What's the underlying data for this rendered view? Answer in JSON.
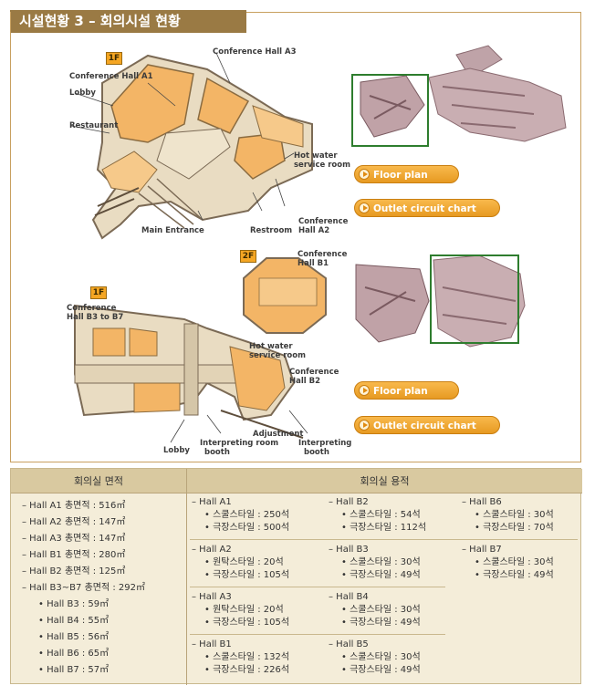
{
  "title": "시설현황 3 – 회의시설 현황",
  "plan1": {
    "floor_badge": "1F",
    "labels": {
      "conf_a3": "Conference Hall A3",
      "conf_a1": "Conference Hall A1",
      "lobby": "Lobby",
      "restaurant": "Restaurant",
      "hot_water_1": "Hot water",
      "hot_water_2": "service room",
      "conf_a2_1": "Conference",
      "conf_a2_2": "Hall A2",
      "main_entrance": "Main Entrance",
      "restroom": "Restroom"
    },
    "floor_plan_btn": "Floor plan",
    "outlet_btn": "Outlet circuit chart"
  },
  "plan2": {
    "badge_2f": "2F",
    "badge_1f": "1F",
    "labels": {
      "conf_b1_1": "Conference",
      "conf_b1_2": "Hall B1",
      "conf_b3_1": "Conference",
      "conf_b3_2": "Hall B3 to B7",
      "hot_water_1": "Hot water",
      "hot_water_2": "service room",
      "conf_b2_1": "Conference",
      "conf_b2_2": "Hall B2",
      "adjustment": "Adjustment",
      "interp_room_1": "Interpreting room",
      "interp_booth_l": "booth",
      "interp_booth_r1": "Interpreting",
      "interp_booth_r2": "booth",
      "lobby": "Lobby"
    },
    "floor_plan_btn": "Floor plan",
    "outlet_btn": "Outlet circuit chart"
  },
  "table": {
    "area_header": "회의실 면적",
    "capacity_header": "회의실 용적",
    "area_items": [
      "– Hall A1 총면적 : 516㎡",
      "– Hall A2 총면적 : 147㎡",
      "– Hall A3 총면적 : 147㎡",
      "– Hall B1 총면적 : 280㎡",
      "– Hall B2 총면적 : 125㎡",
      "– Hall B3~B7 총면적 : 292㎡",
      "• Hall B3 : 59㎡",
      "• Hall B4 : 55㎡",
      "• Hall B5 : 56㎡",
      "• Hall B6 : 65㎡",
      "• Hall B7 : 57㎡"
    ],
    "capacity": {
      "a1": {
        "name": "– Hall A1",
        "l1": "• 스쿨스타일 : 250석",
        "l2": "• 극장스타일 : 500석"
      },
      "a2": {
        "name": "– Hall A2",
        "l1": "• 원탁스타일 : 20석",
        "l2": "• 극장스타일 : 105석"
      },
      "a3": {
        "name": "– Hall A3",
        "l1": "• 원탁스타일 : 20석",
        "l2": "• 극장스타일 : 105석"
      },
      "b1": {
        "name": "– Hall B1",
        "l1": "• 스쿨스타일 : 132석",
        "l2": "• 극장스타일 : 226석"
      },
      "b2": {
        "name": "– Hall B2",
        "l1": "• 스쿨스타일 : 54석",
        "l2": "• 극장스타일 : 112석"
      },
      "b3": {
        "name": "– Hall B3",
        "l1": "• 스쿨스타일 : 30석",
        "l2": "• 극장스타일 : 49석"
      },
      "b4": {
        "name": "– Hall B4",
        "l1": "• 스쿨스타일 : 30석",
        "l2": "• 극장스타일 : 49석"
      },
      "b5": {
        "name": "– Hall B5",
        "l1": "• 스쿨스타일 : 30석",
        "l2": "• 극장스타일 : 49석"
      },
      "b6": {
        "name": "– Hall B6",
        "l1": "• 스쿨스타일 : 30석",
        "l2": "• 극장스타일 : 70석"
      },
      "b7": {
        "name": "– Hall B7",
        "l1": "• 스쿨스타일 : 30석",
        "l2": "• 극장스타일 : 49석"
      }
    }
  },
  "colors": {
    "accent": "#9a7a44",
    "button": "#f0a22e",
    "room_fill": "#f3b566",
    "corridor": "#e9dcc2",
    "thumb_border": "#2e7d2e",
    "table_bg": "#f4edd9",
    "table_header": "#d9c9a0"
  }
}
